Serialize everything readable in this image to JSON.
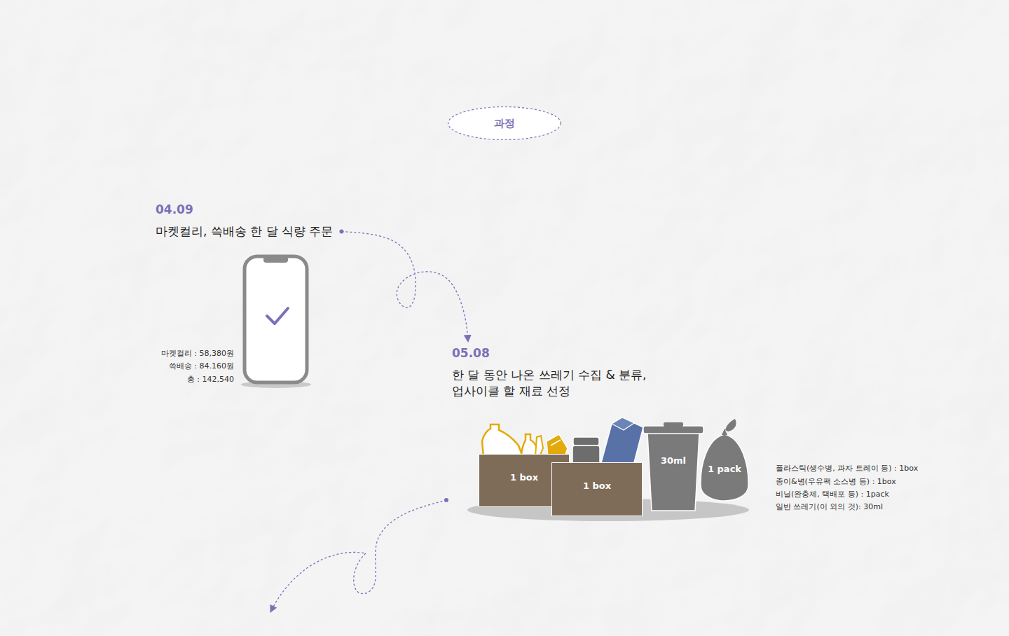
{
  "diagram": {
    "nodes": [
      {
        "text": [
          "과정"
        ]
      },
      {
        "text": [
          "04.09",
          "마켓컬리, 쓱배송 한 달 식량 주문"
        ]
      },
      {
        "text": [
          "05.08",
          "한 달 동안 나온 쓰레기 수집 & 분류, 업사이클 할 재료 선정"
        ]
      },
      {
        "text": [
          "1 box"
        ],
        "in": 2
      },
      {
        "text": [
          "1 box"
        ],
        "in": 2
      },
      {
        "text": [
          "30ml"
        ],
        "in": 2
      },
      {
        "text": [
          "1 pack"
        ],
        "in": 2
      }
    ],
    "edges": [
      {
        "from": 1,
        "to": 2,
        "arrow": "to"
      }
    ],
    "labels": [
      "마켓컬리 : 58,380원",
      "쓱배송 : 84.160원",
      "총 : 142,540",
      "플라스틱(생수병, 과자 트레이 등) : 1box",
      "종이&병(우유팩 소스병 등) : 1box",
      "비닐(완충제, 택배포 등) : 1pack",
      "일반 쓰레기(이 외의 것): 30ml"
    ]
  }
}
